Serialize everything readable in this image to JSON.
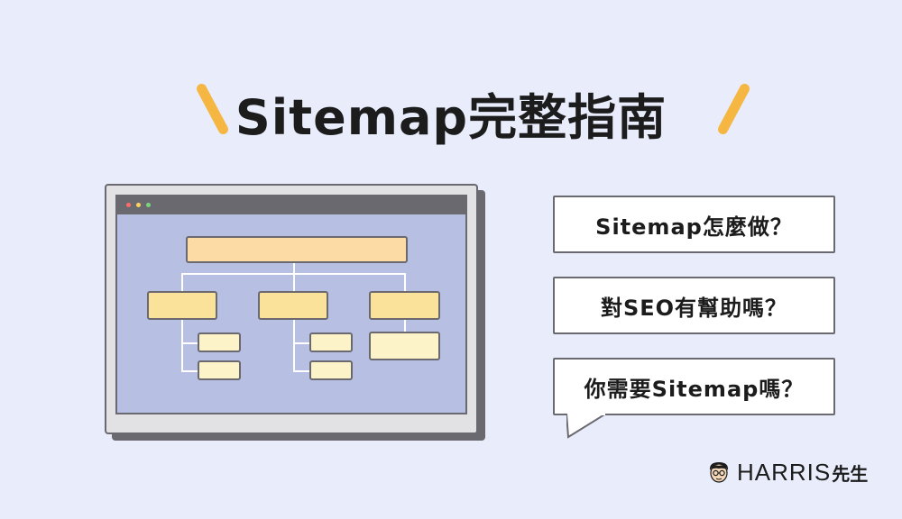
{
  "title": "Sitemap完整指南",
  "questions": [
    "Sitemap怎麼做？",
    "對SEO有幫助嗎？",
    "你需要Sitemap嗎？"
  ],
  "logo": {
    "name": "HARRIS",
    "suffix": "先生"
  },
  "colors": {
    "background": "#e8ecfb",
    "accent": "#f5b642",
    "screen": "#b7bfe3",
    "node": "#fbe29b",
    "frame": "#6b6970"
  }
}
